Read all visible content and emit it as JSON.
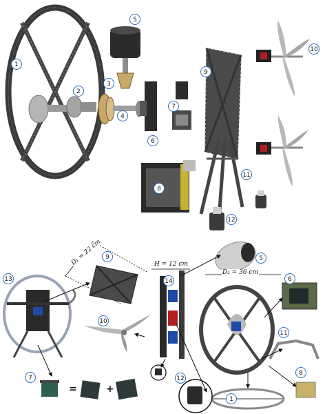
{
  "callouts": {
    "n1": "1",
    "n2": "2",
    "n3": "3",
    "n4": "4",
    "n5": "5",
    "n6": "6",
    "n7": "7",
    "n8": "8",
    "n9": "9",
    "n10": "10",
    "n11": "11",
    "n12": "12",
    "n13": "13",
    "n14": "14"
  },
  "dimensions": {
    "d1": "D₁ = 22 cm",
    "h": "H = 12 cm",
    "d2": "D₂ = 36 cm"
  },
  "operators": {
    "equals": "=",
    "plus": "+"
  },
  "colors": {
    "callout_ring": "#2f6fb8",
    "carbon_fiber": "#3a3a3a",
    "metal": "#a9a9a9",
    "propeller": "#b8b8b8",
    "accent_blue": "#1f4aa8",
    "accent_red": "#b02020",
    "pcb_green": "#2f5f4f"
  }
}
